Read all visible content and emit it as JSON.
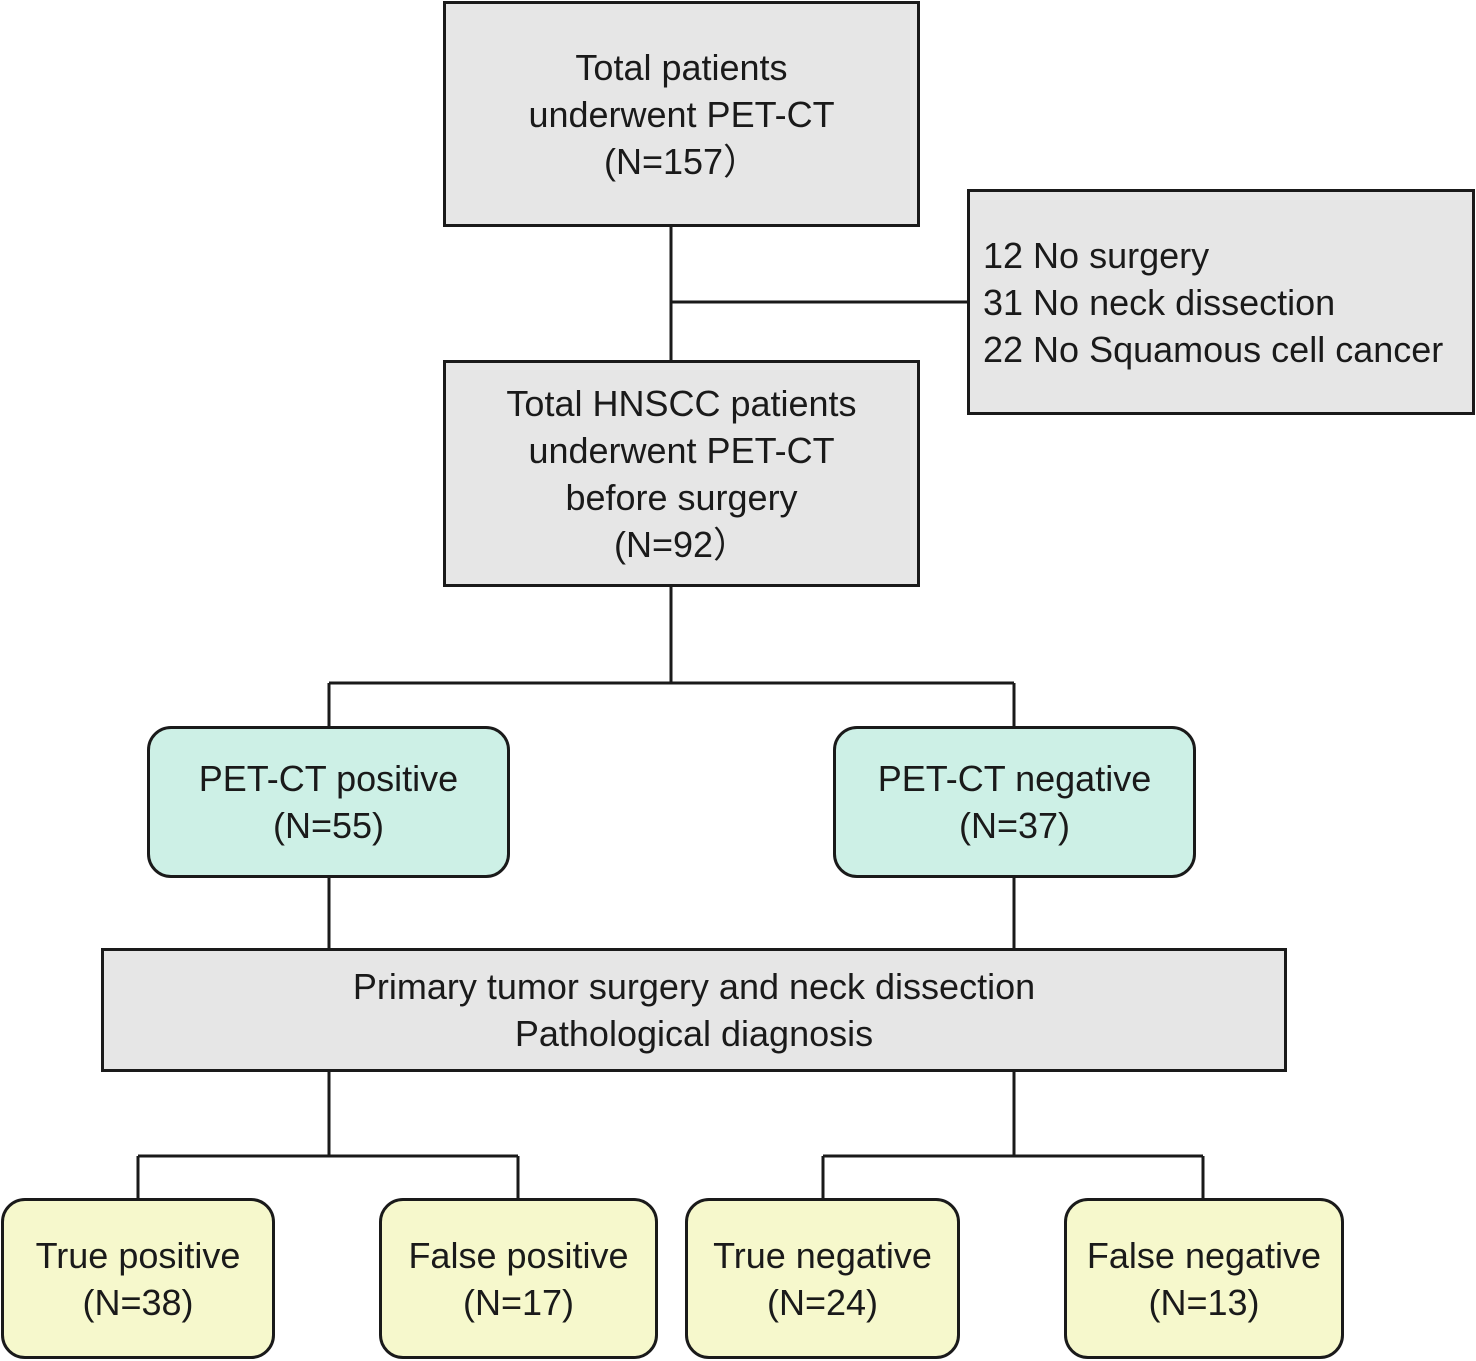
{
  "colors": {
    "gray_box": "#e6e6e6",
    "outcome_green": "#cdf0e6",
    "result_yellow": "#f6f8cc",
    "line": "#1a1a1a"
  },
  "nodes": {
    "total": {
      "lines": [
        "Total patients",
        "underwent PET-CT",
        "(N=157）"
      ]
    },
    "exclusions": {
      "lines": [
        "12 No surgery",
        "31 No neck dissection",
        "22 No Squamous cell cancer"
      ]
    },
    "hnscc": {
      "lines": [
        "Total HNSCC patients",
        "underwent PET-CT",
        "before surgery",
        "(N=92）"
      ]
    },
    "pet_positive": {
      "lines": [
        "PET-CT positive",
        "(N=55)"
      ]
    },
    "pet_negative": {
      "lines": [
        "PET-CT negative",
        "(N=37)"
      ]
    },
    "surgery": {
      "lines": [
        "Primary tumor surgery and neck dissection",
        "Pathological diagnosis"
      ]
    },
    "true_positive": {
      "lines": [
        "True positive",
        "(N=38)"
      ]
    },
    "false_positive": {
      "lines": [
        "False positive",
        "(N=17)"
      ]
    },
    "true_negative": {
      "lines": [
        "True negative",
        "(N=24)"
      ]
    },
    "false_negative": {
      "lines": [
        "False negative",
        "(N=13)"
      ]
    }
  }
}
